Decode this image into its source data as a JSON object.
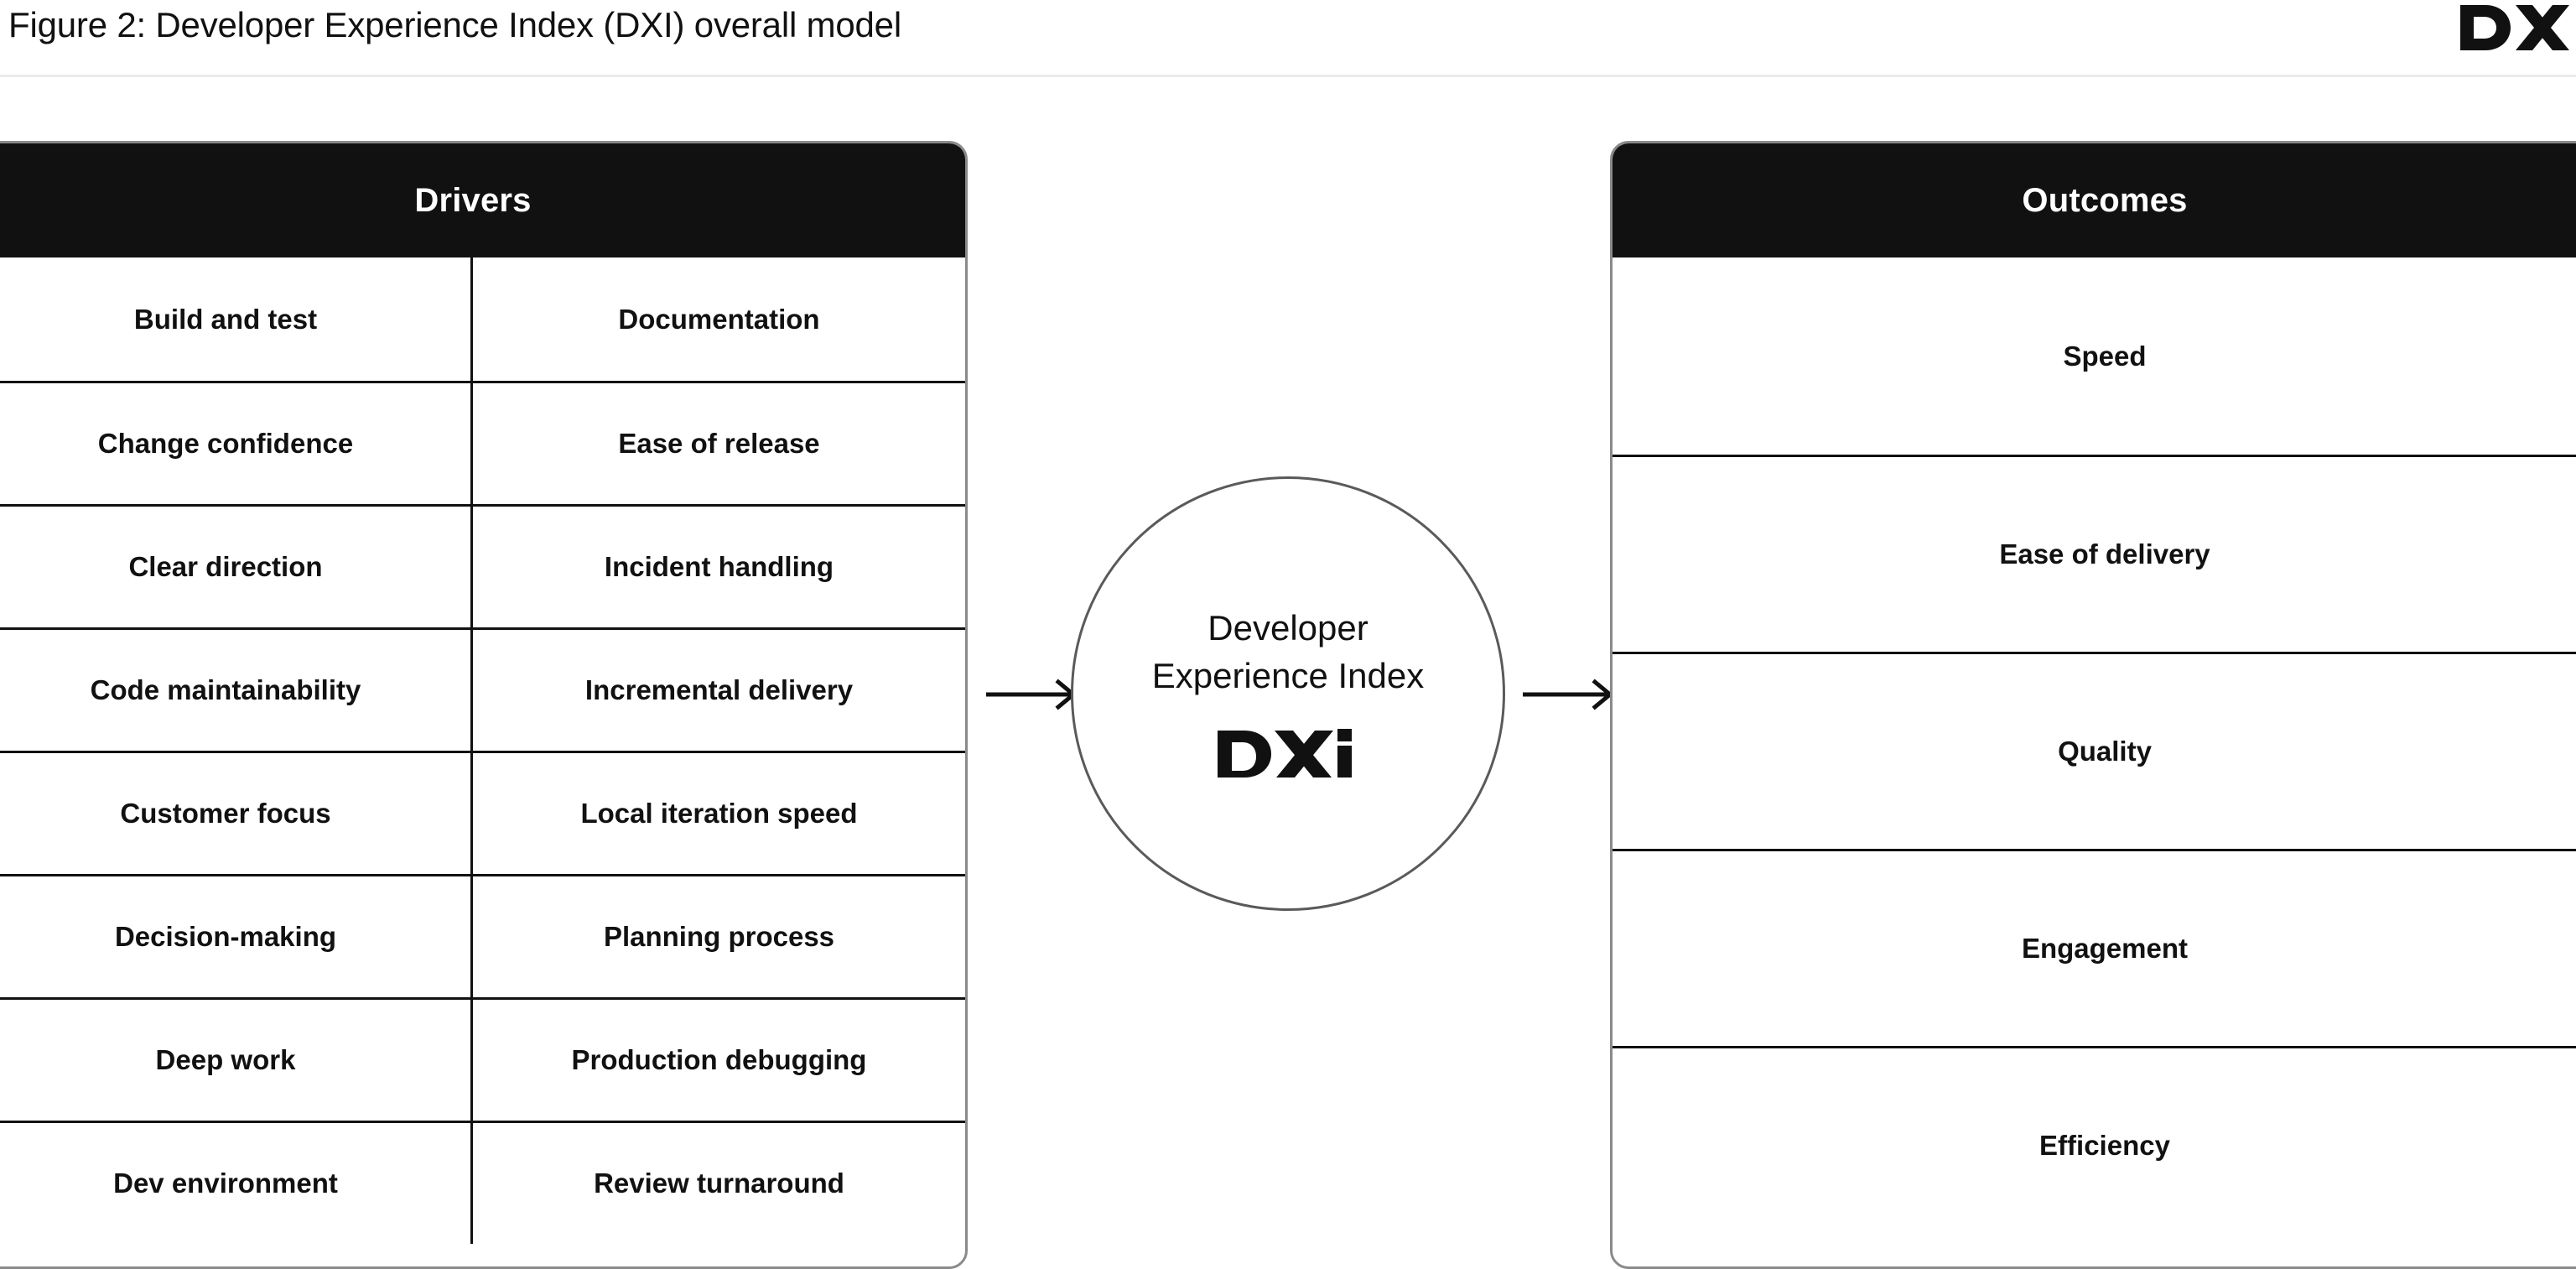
{
  "header": {
    "caption": "Figure 2: Developer Experience Index (DXI) overall model",
    "logo_name": "dx-logo",
    "logo_text": "DX"
  },
  "colors": {
    "panel_header_bg": "#111111",
    "panel_header_text": "#ffffff",
    "panel_border": "#8a8a8a",
    "cell_divider": "#111111",
    "page_bg": "#ffffff",
    "text": "#111111",
    "header_rule": "#ebebeb",
    "circle_stroke": "#5a5a5a"
  },
  "drivers": {
    "title": "Drivers",
    "columns": 2,
    "items": [
      "Build and test",
      "Documentation",
      "Change confidence",
      "Ease of release",
      "Clear direction",
      "Incident handling",
      "Code maintainability",
      "Incremental delivery",
      "Customer focus",
      "Local iteration speed",
      "Decision-making",
      "Planning process",
      "Deep work",
      "Production debugging",
      "Dev environment",
      "Review turnaround"
    ]
  },
  "center": {
    "line1": "Developer",
    "line2": "Experience Index",
    "logo_name": "dxi-logo",
    "logo_text": "DXi"
  },
  "arrows": {
    "left_name": "arrow-right-icon",
    "right_name": "arrow-right-icon"
  },
  "outcomes": {
    "title": "Outcomes",
    "items": [
      "Speed",
      "Ease of delivery",
      "Quality",
      "Engagement",
      "Efficiency"
    ]
  }
}
